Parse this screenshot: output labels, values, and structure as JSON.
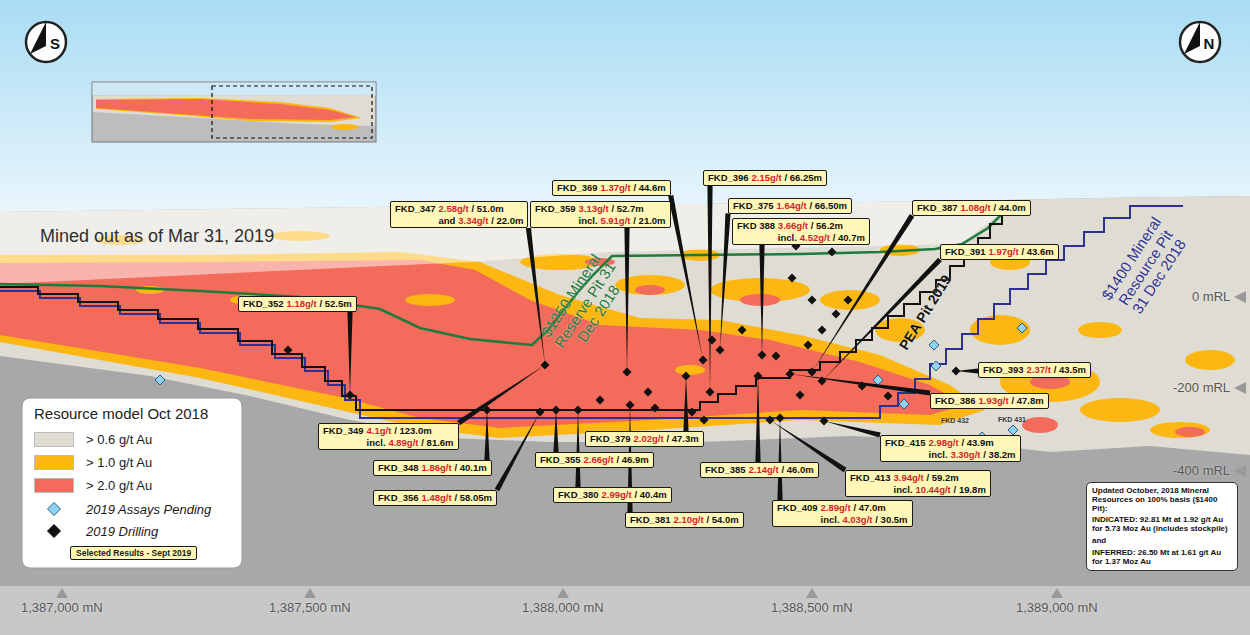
{
  "diagram": {
    "nodes": [
      {
        "text": [
          "FKD_347",
          "2.58g/t",
          "/ 51.0m",
          "and",
          "3.34g/t",
          "/ 22.0m"
        ]
      },
      {
        "text": [
          "FKD_359",
          "3.13g/t",
          "/ 52.7m",
          "incl.",
          "5.91g/t",
          "/ 21.0m"
        ]
      },
      {
        "text": [
          "FKD_369",
          "1.37g/t",
          "/ 44.6m"
        ]
      },
      {
        "text": [
          "FKD_396",
          "2.15g/t",
          "/ 66.25m"
        ]
      },
      {
        "text": [
          "FKD_375",
          "1.64g/t",
          "/ 66.50m"
        ]
      },
      {
        "text": [
          "FKD 388",
          "3.66g/t",
          "/ 56.2m",
          "incl.",
          "4.52g/t",
          "/ 40.7m"
        ]
      },
      {
        "text": [
          "FKD_387",
          "1.08g/t",
          "/ 44.0m"
        ]
      },
      {
        "text": [
          "FKD_391",
          "1.97g/t",
          "/ 43.6m"
        ]
      },
      {
        "text": [
          "FKD_352",
          "1.18g/t",
          "/ 52.5m"
        ]
      },
      {
        "text": [
          "FKD_393",
          "2.37/t",
          "/ 43.5m"
        ]
      },
      {
        "text": [
          "FKD_386",
          "1.93g/t",
          "/ 47.8m"
        ]
      },
      {
        "text": [
          "FKD_349",
          "4.1g/t",
          "/ 123.0m",
          "incl.",
          "4.89g/t",
          "/ 81.6m"
        ]
      },
      {
        "text": [
          "FKD_379",
          "2.02g/t",
          "/ 47.3m"
        ]
      },
      {
        "text": [
          "FKD_415",
          "2.98g/t",
          "/ 43.9m",
          "incl.",
          "3.30g/t",
          "/ 38.2m"
        ]
      },
      {
        "text": [
          "FKD_355",
          "2.66g/t",
          "/ 46.9m"
        ]
      },
      {
        "text": [
          "FKD_348",
          "1.86g/t",
          "/ 40.1m"
        ]
      },
      {
        "text": [
          "FKD_385",
          "2.14g/t",
          "/ 46.0m"
        ]
      },
      {
        "text": [
          "FKD_413",
          "3.94g/t",
          "/ 59.2m",
          "incl.",
          "10.44g/t",
          "/ 19.8m"
        ]
      },
      {
        "text": [
          "FKD_380",
          "2.99g/t",
          "/ 40.4m"
        ]
      },
      {
        "text": [
          "FKD_356",
          "1.48g/t",
          "/ 58.05m"
        ]
      },
      {
        "text": [
          "FKD_409",
          "2.89g/t",
          "/ 47.0m",
          "incl.",
          "4.03g/t",
          "/ 30.5m"
        ]
      },
      {
        "text": [
          "FKD_381",
          "2.10g/t",
          "/ 54.0m"
        ]
      },
      {
        "text": [
          "Updated October, 2018 Mineral Resources on 100% basis ($1400 Pit):",
          "INDICATED: 92.81 Mt at 1.92 g/t Au for 5.73 Moz Au (includes stockpile)",
          "and",
          "INFERRED: 26.50 Mt at 1.61 g/t Au for 1.37 Moz Au"
        ]
      }
    ],
    "labels": [
      "S",
      "N",
      "Mined out as of Mar 31, 2019",
      "$1250 Mineral Reserve Pit 31 Dec 2018",
      "PEA Pit 2019",
      "$1400 Mineral Resource Pit 31 Dec 2018",
      "0 mRL",
      "-200 mRL",
      "-400 mRL",
      "FKD 432",
      "FKD 431",
      "Resource model Oct 2018",
      "1,387,000 mN",
      "1,387,500 mN",
      "1,388,000 mN",
      "1,388,500 mN",
      "1,389,000 mN"
    ],
    "legend": [
      {
        "text": "> 0.6 g/t Au",
        "color": "#dedcd3"
      },
      {
        "text": "> 1.0 g/t Au",
        "color": "#fcb712"
      },
      {
        "text": "> 2.0 g/t Au",
        "color": "#f26b5b"
      },
      {
        "text": "2019 Assays Pending"
      },
      {
        "text": "2019 Drilling"
      },
      {
        "text": "Selected Results - Sept 2019"
      }
    ]
  }
}
